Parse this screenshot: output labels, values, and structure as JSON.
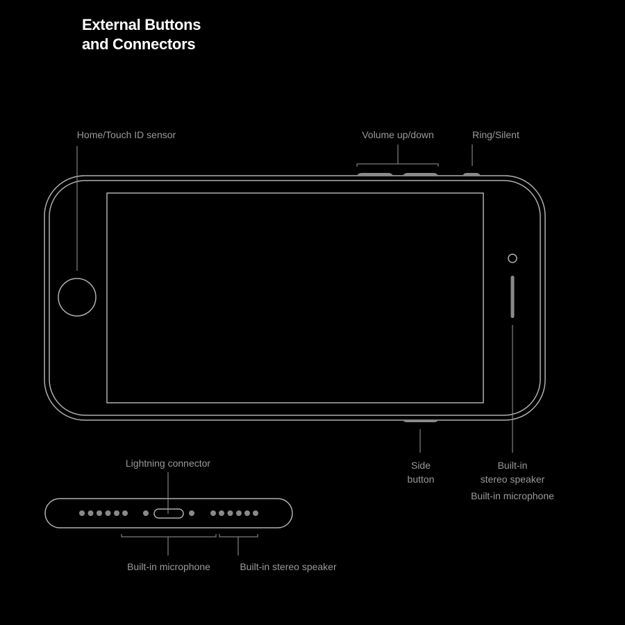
{
  "title_line1": "External Buttons",
  "title_line2": "and Connectors",
  "labels": {
    "home": "Home/Touch ID sensor",
    "volume": "Volume up/down",
    "ring": "Ring/Silent",
    "side_1": "Side",
    "side_2": "button",
    "speaker_1": "Built-in",
    "speaker_2": "stereo speaker",
    "mic_right": "Built-in microphone",
    "lightning": "Lightning connector",
    "mic_bottom": "Built-in microphone",
    "speaker_bottom": "Built-in stereo speaker"
  },
  "colors": {
    "outline": "#b0b0b0",
    "text": "#9a9a9a",
    "button": "#8a8a8a"
  }
}
